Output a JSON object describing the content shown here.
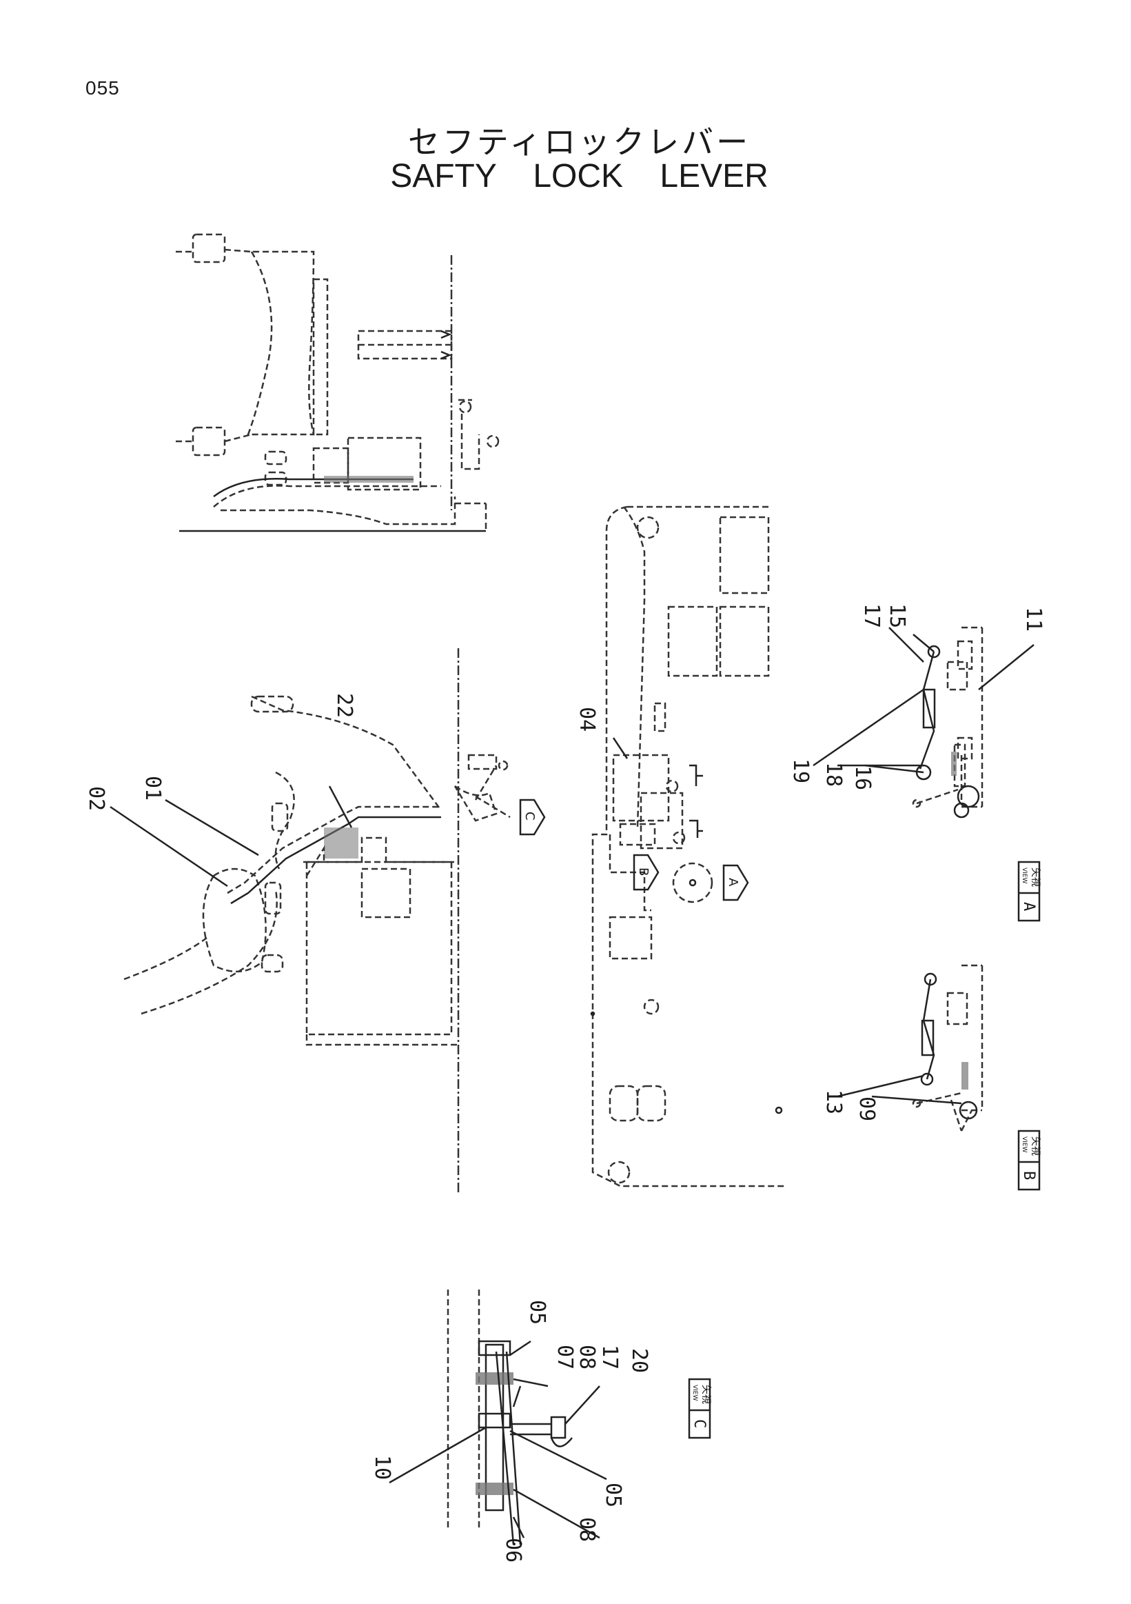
{
  "page": {
    "number": "055"
  },
  "title": {
    "japanese": "セフティロックレバー",
    "english": "SAFTY LOCK LEVER"
  },
  "diagram": {
    "part_callouts_main": [
      "22",
      "02",
      "01"
    ],
    "part_callouts_frame": [
      "04"
    ],
    "part_callouts_view_a": [
      "17",
      "15",
      "11",
      "19",
      "18",
      "16"
    ],
    "part_callouts_view_b": [
      "13",
      "09"
    ],
    "part_callouts_view_c": [
      "05",
      "07",
      "08",
      "17",
      "20",
      "10",
      "05",
      "08",
      "06"
    ],
    "view_labels": {
      "view_a": {
        "kanji": "矢視",
        "tag": "VIEW",
        "letter": "A"
      },
      "view_b": {
        "kanji": "矢視",
        "tag": "VIEW",
        "letter": "B"
      },
      "view_c": {
        "kanji": "矢視",
        "tag": "VIEW",
        "letter": "C"
      }
    },
    "direction_arrows": [
      "A",
      "B",
      "C"
    ]
  }
}
